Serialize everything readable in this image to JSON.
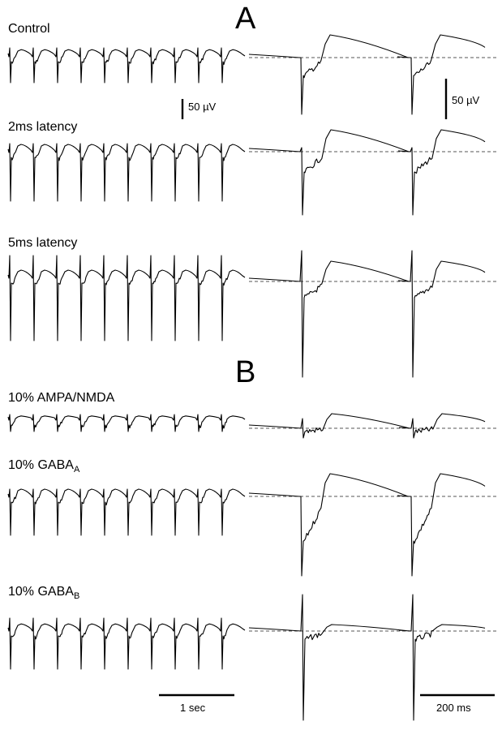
{
  "panels": {
    "a": "A",
    "b": "B"
  },
  "rows": [
    {
      "id": "control",
      "label": "Control",
      "sub": ""
    },
    {
      "id": "lat2",
      "label": "2ms latency",
      "sub": ""
    },
    {
      "id": "lat5",
      "label": "5ms latency",
      "sub": ""
    },
    {
      "id": "ampa",
      "label": "10% AMPA/NMDA",
      "sub": ""
    },
    {
      "id": "gabaa",
      "label": "10% GABA",
      "sub": "A"
    },
    {
      "id": "gabab",
      "label": "10% GABA",
      "sub": "B"
    }
  ],
  "scale_bars": {
    "left_voltage": "50 µV",
    "right_voltage": "50 µV",
    "left_time": "1 sec",
    "right_time": "200 ms"
  },
  "colors": {
    "trace": "#000000",
    "baseline": "#555555"
  }
}
